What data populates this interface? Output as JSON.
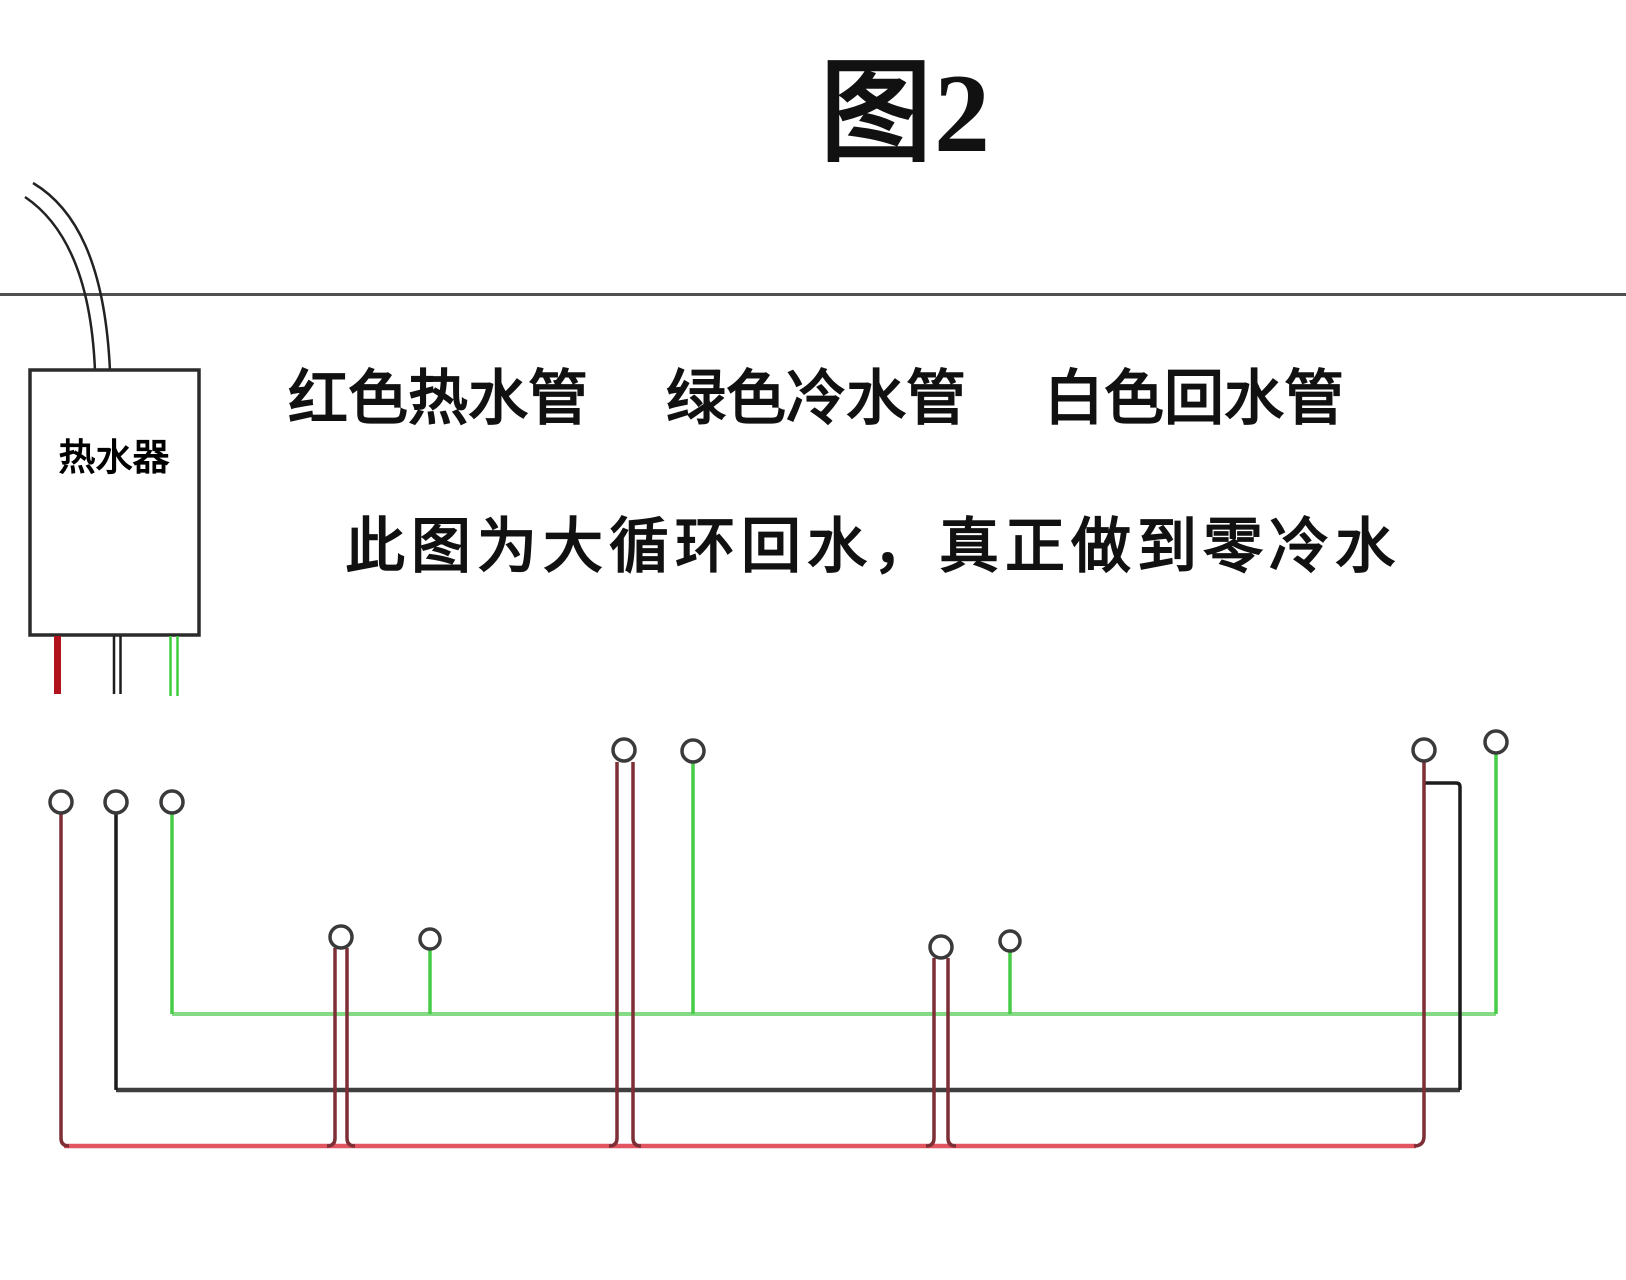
{
  "title": "图2",
  "caption": {
    "line1_segments": [
      "红色热水管",
      "绿色冷水管",
      "白色回水管"
    ],
    "line2": "此图为大循环回水，真正做到零冷水"
  },
  "heater": {
    "label": "热水器"
  },
  "colors": {
    "background": "#ffffff",
    "text": "#111111",
    "wall_line": "#4f4f4f",
    "heater_outline": "#2b2b2b",
    "flue": "#222222",
    "hot_main": "#e05560",
    "hot_riser": "#7e2f36",
    "hot_stub": "#b1121b",
    "cold_main": "#85db85",
    "cold_riser": "#47cc47",
    "cold_stub": "#3ecf3e",
    "return_main": "#3f3f3f",
    "return_riser": "#1c1c1c",
    "fixture_ring": "#3a3a3a"
  }
}
